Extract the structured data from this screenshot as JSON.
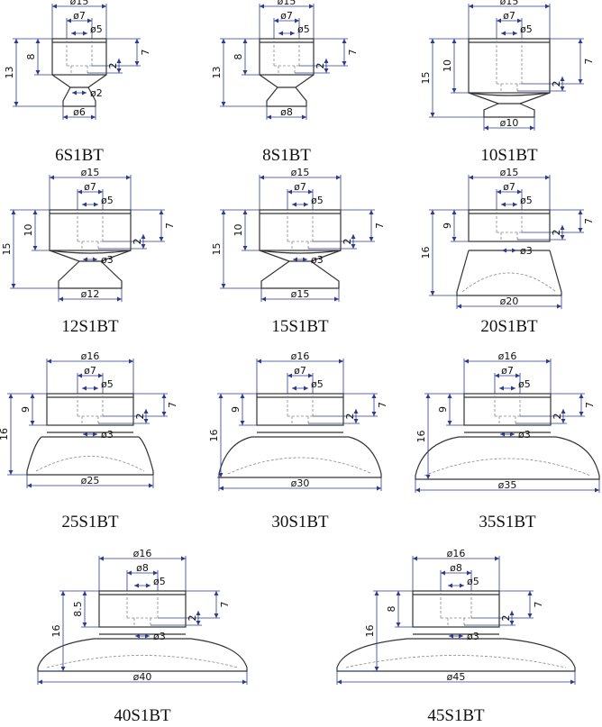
{
  "parts": [
    {
      "model": "6S1BT",
      "outer_dia": "ø15",
      "bore_dia": "ø7",
      "inner_dia": "ø5",
      "total_height": "13",
      "body_height": "8",
      "thread_depth": "2",
      "bore_depth": "7",
      "neck_dia": "ø2",
      "cup_dia": "ø6"
    },
    {
      "model": "8S1BT",
      "outer_dia": "ø15",
      "bore_dia": "ø7",
      "inner_dia": "ø5",
      "total_height": "13",
      "body_height": "8",
      "thread_depth": "2",
      "bore_depth": "7",
      "cup_dia": "ø8"
    },
    {
      "model": "10S1BT",
      "outer_dia": "ø15",
      "bore_dia": "ø7",
      "inner_dia": "ø5",
      "total_height": "15",
      "body_height": "10",
      "thread_depth": "2",
      "bore_depth": "7",
      "cup_dia": "ø10"
    },
    {
      "model": "12S1BT",
      "outer_dia": "ø15",
      "bore_dia": "ø7",
      "inner_dia": "ø5",
      "total_height": "15",
      "body_height": "10",
      "thread_depth": "2",
      "bore_depth": "7",
      "neck_dia": "ø3",
      "cup_dia": "ø12"
    },
    {
      "model": "15S1BT",
      "outer_dia": "ø15",
      "bore_dia": "ø7",
      "inner_dia": "ø5",
      "total_height": "15",
      "body_height": "10",
      "thread_depth": "2",
      "bore_depth": "7",
      "neck_dia": "ø3",
      "cup_dia": "ø15"
    },
    {
      "model": "20S1BT",
      "outer_dia": "ø15",
      "bore_dia": "ø7",
      "inner_dia": "ø5",
      "total_height": "16",
      "body_height": "9",
      "thread_depth": "2",
      "bore_depth": "7",
      "neck_dia": "ø3",
      "cup_dia": "ø20"
    },
    {
      "model": "25S1BT",
      "outer_dia": "ø16",
      "bore_dia": "ø7",
      "inner_dia": "ø5",
      "total_height": "16",
      "body_height": "9",
      "thread_depth": "2",
      "bore_depth": "7",
      "neck_dia": "ø3",
      "cup_dia": "ø25"
    },
    {
      "model": "30S1BT",
      "outer_dia": "ø16",
      "bore_dia": "ø7",
      "inner_dia": "ø5",
      "total_height": "16",
      "body_height": "9",
      "thread_depth": "2",
      "bore_depth": "7",
      "cup_dia": "ø30"
    },
    {
      "model": "35S1BT",
      "outer_dia": "ø16",
      "bore_dia": "ø7",
      "inner_dia": "ø5",
      "total_height": "16",
      "body_height": "9",
      "thread_depth": "2",
      "bore_depth": "7",
      "neck_dia": "ø3",
      "cup_dia": "ø35"
    },
    {
      "model": "40S1BT",
      "outer_dia": "ø16",
      "bore_dia": "ø8",
      "inner_dia": "ø5",
      "total_height": "16",
      "body_height": "8.5",
      "thread_depth": "2",
      "bore_depth": "7",
      "neck_dia": "ø3",
      "cup_dia": "ø40"
    },
    {
      "model": "45S1BT",
      "outer_dia": "ø16",
      "bore_dia": "ø8",
      "inner_dia": "ø5",
      "total_height": "16",
      "body_height": "8",
      "thread_depth": "2",
      "bore_depth": "7",
      "neck_dia": "ø3",
      "cup_dia": "ø45"
    }
  ]
}
